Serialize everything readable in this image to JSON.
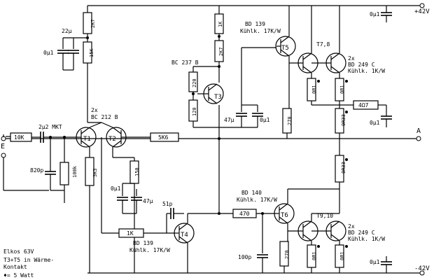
{
  "rails": {
    "positive": "+42V",
    "negative": "-42V"
  },
  "terminals": {
    "input": "E",
    "output": "A"
  },
  "notes": {
    "line1": "Elkos 63V",
    "line2": "T3+T5 in Wärme-",
    "line3": "Kontakt",
    "line4": "♦= 5 Watt"
  },
  "resistors": {
    "r_input": "10K",
    "r_100k": "100k",
    "r_2k7_top": "2K7",
    "r_15k": "15K",
    "r_3k3": "3K3",
    "r_150": "150",
    "r_5k6": "5K6",
    "r_1k_fb": "1K",
    "r_1k_top": "1K",
    "r_2k7_mid": "2K7",
    "r_220": "220",
    "r_120": "120",
    "r_270_top": "270",
    "r_470": "470",
    "r_270_bot": "270",
    "r_0r1_a": "0R1",
    "r_0r1_b": "0R1",
    "r_0r33_a": "0R33",
    "r_0r33_b": "0R33",
    "r_4r7": "4Ω7",
    "r_0r1_c": "0R1",
    "r_0r1_d": "0R1"
  },
  "capacitors": {
    "c_in": "2µ2 MKT",
    "c_820p": "820p",
    "c_22u": "22µ",
    "c_0u1_topleft": "0µ1",
    "c_0u1_mid": "0µ1",
    "c_47u_mid": "47µ",
    "c_0u1_left": "0µ1",
    "c_47u_left": "47µ",
    "c_51p": "51p",
    "c_100p": "100p",
    "c_0u1_pos": "0µ1",
    "c_0u1_out": "0µ1",
    "c_0u1_neg": "0µ1"
  },
  "transistors": {
    "t1": "T1",
    "t2": "T2",
    "t3": "T3",
    "t4": "T4",
    "t5": "T5",
    "t6": "T6",
    "t78": "T7,8",
    "t910": "T9,10"
  },
  "labels": {
    "diff_pair_count": "2x",
    "diff_pair_type": "BC 212 B",
    "t3_type": "BC 237 B",
    "t5_type": "BD 139",
    "t5_heatsink": "Kühlk. 17K/W",
    "t78_count": "2x",
    "t78_type": "BD 249 C",
    "t78_heatsink": "Kühlk. 1K/W",
    "t6_type": "BD 140",
    "t6_heatsink": "Kühlk. 17K/W",
    "t4_type": "BD 139",
    "t4_heatsink": "Kühlk. 17K/W",
    "t910_count": "2x",
    "t910_type": "BD 249 C",
    "t910_heatsink": "Kühlk. 1K/W"
  }
}
